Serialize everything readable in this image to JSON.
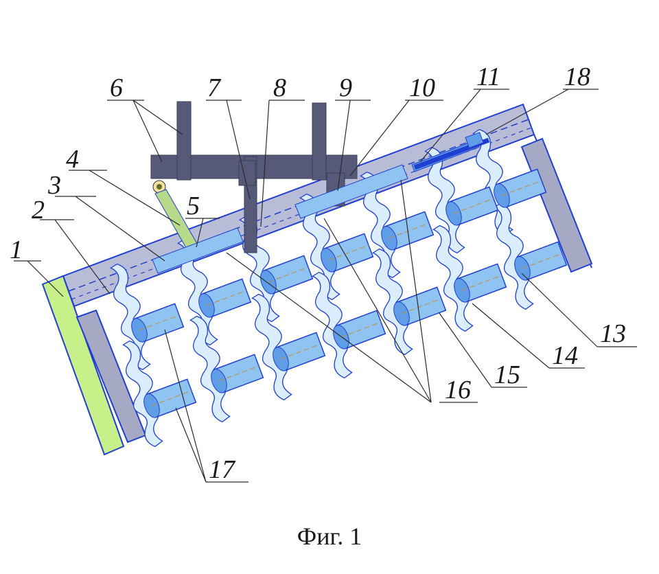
{
  "figure": {
    "caption": "Фиг. 1",
    "colors": {
      "outline": "#1f3fd0",
      "beam": "#b8bcd6",
      "side_plate": "#c7f08a",
      "end_plate": "#a6a9c4",
      "bracket": "#565a78",
      "shaft": "#8fc4f2",
      "shaft_dark": "#5f9ee6",
      "disc": "#dbeeff",
      "link": "#b7d98a"
    },
    "callouts": [
      {
        "id": "1",
        "label": "1"
      },
      {
        "id": "2",
        "label": "2"
      },
      {
        "id": "3",
        "label": "3"
      },
      {
        "id": "4",
        "label": "4"
      },
      {
        "id": "5",
        "label": "5"
      },
      {
        "id": "6",
        "label": "6"
      },
      {
        "id": "7",
        "label": "7"
      },
      {
        "id": "8",
        "label": "8"
      },
      {
        "id": "9",
        "label": "9"
      },
      {
        "id": "10",
        "label": "10"
      },
      {
        "id": "11",
        "label": "11"
      },
      {
        "id": "13",
        "label": "13"
      },
      {
        "id": "14",
        "label": "14"
      },
      {
        "id": "15",
        "label": "15"
      },
      {
        "id": "16",
        "label": "16"
      },
      {
        "id": "17",
        "label": "17"
      },
      {
        "id": "18",
        "label": "18"
      }
    ]
  }
}
